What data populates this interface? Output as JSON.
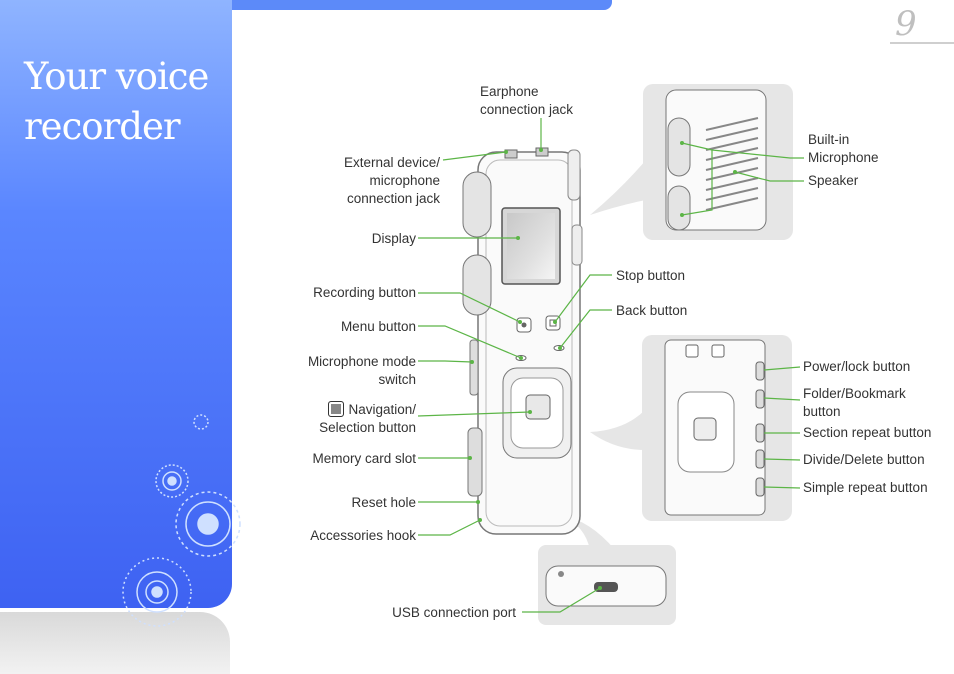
{
  "page": {
    "title_line1": "Your voice",
    "title_line2": "recorder",
    "number": "9"
  },
  "labels": {
    "earphone": "Earphone\nconnection jack",
    "external": "External device/\nmicrophone\nconnection jack",
    "display": "Display",
    "recording": "Recording button",
    "menu": "Menu button",
    "mic_mode": "Microphone mode\nswitch",
    "navigation": "Navigation/\nSelection button",
    "memory": "Memory card slot",
    "reset": "Reset hole",
    "accessories": "Accessories hook",
    "usb": "USB connection port",
    "stop": "Stop button",
    "back": "Back button",
    "builtin_mic": "Built-in\nMicrophone",
    "speaker": "Speaker",
    "power": "Power/lock button",
    "folder": "Folder/Bookmark\nbutton",
    "section": "Section repeat button",
    "divide": "Divide/Delete button",
    "simple": "Simple repeat button"
  },
  "colors": {
    "sidebar_blue": "#4a72f7",
    "leader_green": "#5cb547"
  }
}
